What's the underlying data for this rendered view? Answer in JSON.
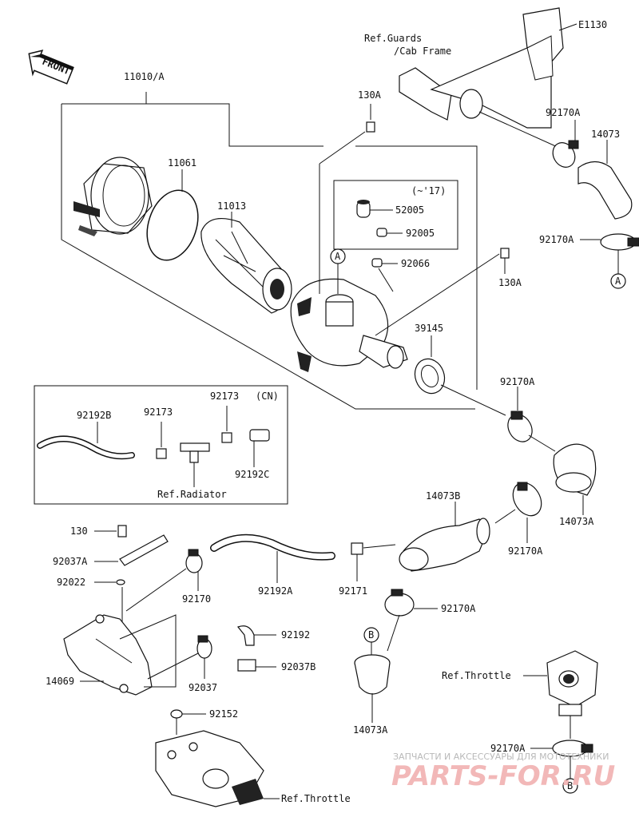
{
  "front_badge": "FRONT",
  "ref": {
    "guards_line1": "Ref.Guards",
    "guards_line2": "/Cab Frame",
    "frame_code": "E1130",
    "radiator": "Ref.Radiator",
    "throttle_right": "Ref.Throttle",
    "throttle_bottom": "Ref.Throttle"
  },
  "notes": {
    "year": "(~'17)",
    "cn": "(CN)"
  },
  "markers": {
    "a": "A",
    "b": "B"
  },
  "parts": {
    "p11010A": "11010/A",
    "p11061": "11061",
    "p11013": "11013",
    "p130A_top": "130A",
    "p130A_right": "130A",
    "p52005": "52005",
    "p92005": "92005",
    "p92066": "92066",
    "p39145": "39145",
    "p92170A_top": "92170A",
    "p14073": "14073",
    "p92170A_2": "92170A",
    "p92170A_3": "92170A",
    "p14073A_right": "14073A",
    "p14073B": "14073B",
    "p92170A_4": "92170A",
    "p92170A_5": "92170A",
    "p14073A_bottom": "14073A",
    "p92170A_6": "92170A",
    "p92192B": "92192B",
    "p92173_a": "92173",
    "p92173_b": "92173",
    "p92192C": "92192C",
    "p130": "130",
    "p92037A": "92037A",
    "p92022": "92022",
    "p92170": "92170",
    "p92192A": "92192A",
    "p92171": "92171",
    "p92192": "92192",
    "p92037B": "92037B",
    "p92037": "92037",
    "p14069": "14069",
    "p92152": "92152"
  },
  "watermark": {
    "tagline": "ЗАПЧАСТИ И АКСЕССУАРЫ ДЛЯ МОТОТЕХНИКИ",
    "brand": "PARTS-FOR.RU"
  }
}
